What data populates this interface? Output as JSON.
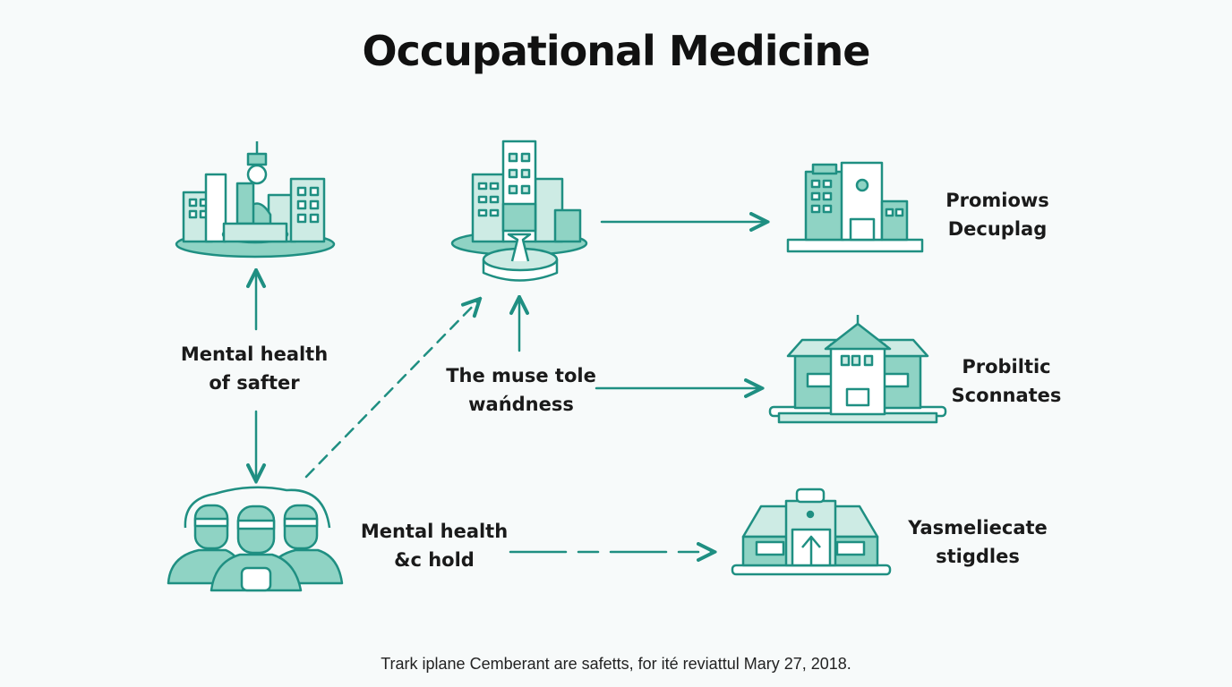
{
  "title": "Occupational Medicine",
  "colors": {
    "accent": "#1f8f82",
    "fill": "#8fd3c4",
    "fill_light": "#cdebe4",
    "text": "#1a1a1a"
  },
  "nodes": [
    {
      "id": "city-plaza",
      "icon": "city-plaza-icon"
    },
    {
      "id": "tower-plaza",
      "icon": "tower-plaza-icon"
    },
    {
      "id": "hospital",
      "icon": "hospital-building-icon",
      "label": [
        "Promiows",
        "Decuplag"
      ]
    },
    {
      "id": "academy",
      "icon": "academy-building-icon",
      "label": [
        "Probiltic",
        "Sconnates"
      ]
    },
    {
      "id": "clinic",
      "icon": "clinic-building-icon",
      "label": [
        "Yasmeliecate",
        "stigdles"
      ]
    },
    {
      "id": "workers",
      "icon": "workers-group-icon"
    }
  ],
  "labels": {
    "left_mid": [
      "Mental health",
      "of safter"
    ],
    "center_mid": [
      "The muse tole",
      "wańdness"
    ],
    "bottom_mid": [
      "Mental health",
      "&c hold"
    ]
  },
  "caption": "Trark iplane Cemberant are safetts, for ité reviattul Mary 27, 2018."
}
